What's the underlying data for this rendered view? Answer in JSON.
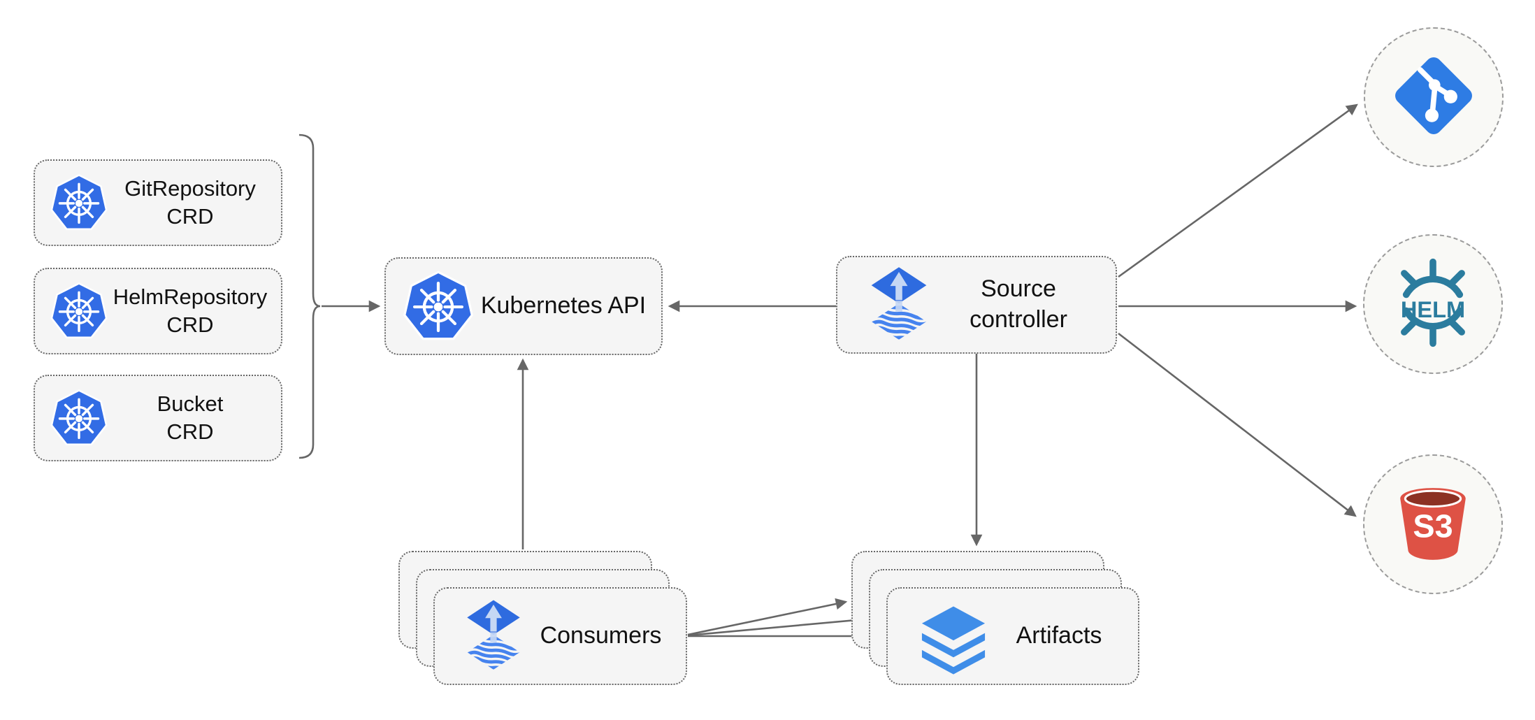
{
  "colors": {
    "k8s_blue": "#326CE5",
    "flux_blue": "#2E6BDF",
    "flux_wave_blue": "#4683EE",
    "flux_arrow_light": "#C5D7F4",
    "git_blue": "#2E7CE4",
    "helm_teal": "#2B7C9E",
    "s3_red": "#DE5245",
    "s3_dark_red": "#8C3123",
    "layers_blue": "#3F8DE8",
    "edge_gray": "#666666",
    "node_fill": "#F5F5F5",
    "node_border": "#666666",
    "circle_fill": "#F9F9F6",
    "circle_border": "#9B9B9B",
    "text_color": "#111111"
  },
  "nodes": {
    "crd_boxes": [
      {
        "line1": "GitRepository",
        "line2": "CRD"
      },
      {
        "line1": "HelmRepository",
        "line2": "CRD"
      },
      {
        "line1": "Bucket",
        "line2": "CRD"
      }
    ],
    "kubernetes_api": {
      "label": "Kubernetes API"
    },
    "source_controller": {
      "line1": "Source",
      "line2": "controller"
    },
    "consumers": {
      "label": "Consumers"
    },
    "artifacts": {
      "label": "Artifacts"
    },
    "helm": {
      "label": "HELM"
    },
    "s3": {
      "label": "S3"
    }
  }
}
